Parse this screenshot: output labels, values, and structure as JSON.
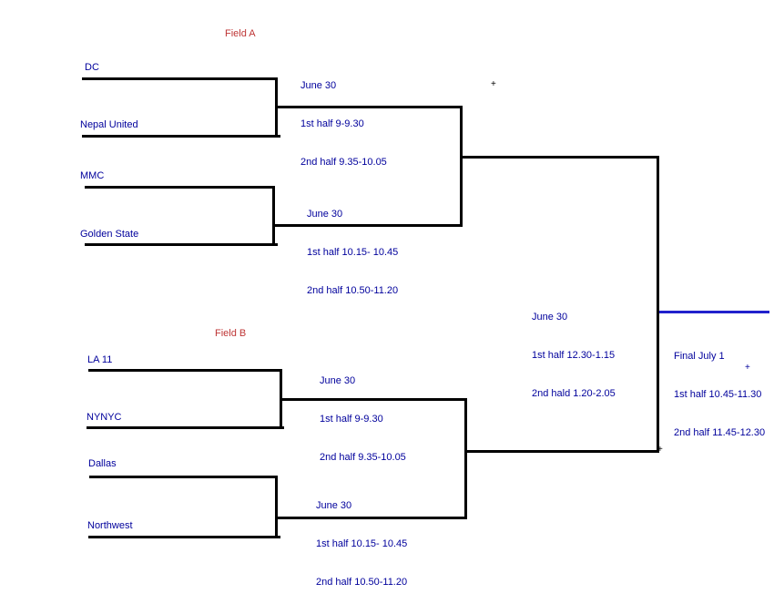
{
  "bracket": {
    "fields": {
      "field_a_label": "Field A",
      "field_b_label": "Field B"
    },
    "teams": {
      "dc": "DC",
      "nepal": "Nepal United",
      "mmc": "MMC",
      "golden": "Golden State",
      "la11": "LA 11",
      "nynyc": "NYNYC",
      "dallas": "Dallas",
      "northwest": "Northwest"
    },
    "matches": {
      "a1": [
        "June 30",
        "1st half 9-9.30",
        "2nd half 9.35-10.05"
      ],
      "a2": [
        "June 30",
        "1st half 10.15- 10.45",
        "2nd half 10.50-11.20"
      ],
      "semifinal": [
        "June 30",
        "1st half 12.30-1.15",
        "2nd hald 1.20-2.05"
      ],
      "b1": [
        "June 30",
        "1st half 9-9.30",
        "2nd half 9.35-10.05"
      ],
      "b2": [
        "June 30",
        "1st half 10.15- 10.45",
        "2nd half 10.50-11.20"
      ],
      "final": [
        "Final July 1",
        "1st half 10.45-11.30",
        "2nd half 11.45-12.30"
      ]
    },
    "markers": {
      "plus": "+"
    },
    "colors": {
      "text_blue": "#00009C",
      "field_red": "#BE3535",
      "line_black": "#000000",
      "final_line_blue": "#2121CC"
    }
  }
}
